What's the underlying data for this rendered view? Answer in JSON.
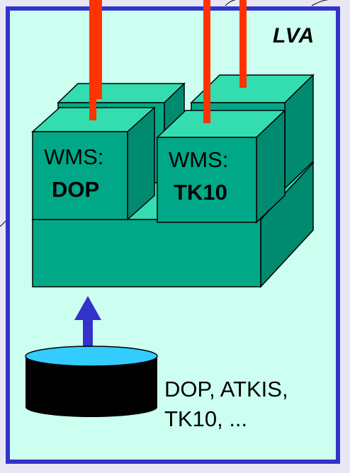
{
  "lva_label": "LVA",
  "servers": [
    {
      "prefix": "WMS:",
      "name": "DOP"
    },
    {
      "prefix": "WMS:",
      "name": "TK10"
    }
  ],
  "data_source_lines": [
    "DOP, ATKIS,",
    "TK10, ..."
  ],
  "colors": {
    "frame_border": "#3333cc",
    "frame_fill": "#ccfff0",
    "cube_front": "#00a888",
    "cube_top": "#33ddb0",
    "cube_side": "#008a70",
    "connection_lines": "#ff3300",
    "arrow": "#3333cc",
    "disk_top": "#33ccff",
    "disk_body": "#000000"
  }
}
